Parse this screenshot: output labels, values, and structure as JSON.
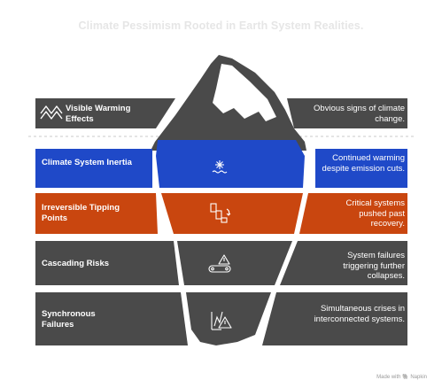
{
  "title": "Climate Pessimism Rooted in Earth System Realities.",
  "footer": "Made with 🐘 Napkin",
  "colors": {
    "dark": "#4a4a4a",
    "blue": "#1f49c8",
    "orange": "#c9460f",
    "divider": "#c8c8c8"
  },
  "layers": [
    {
      "label": "Visible Warming Effects",
      "description": "Obvious signs of climate change.",
      "icon": "mountain-wave-icon",
      "color": "dark"
    },
    {
      "label": "Climate System Inertia",
      "description": "Continued warming despite emission cuts.",
      "icon": "snowflake-waves-icon",
      "color": "blue"
    },
    {
      "label": "Irreversible Tipping Points",
      "description": "Critical systems pushed past recovery.",
      "icon": "domino-icon",
      "color": "orange"
    },
    {
      "label": "Cascading Risks",
      "description": "System failures triggering further collapses.",
      "icon": "conveyor-warning-icon",
      "color": "dark"
    },
    {
      "label": "Synchronous Failures",
      "description": "Simultaneous crises in interconnected systems.",
      "icon": "chart-warning-icon",
      "color": "dark"
    }
  ]
}
